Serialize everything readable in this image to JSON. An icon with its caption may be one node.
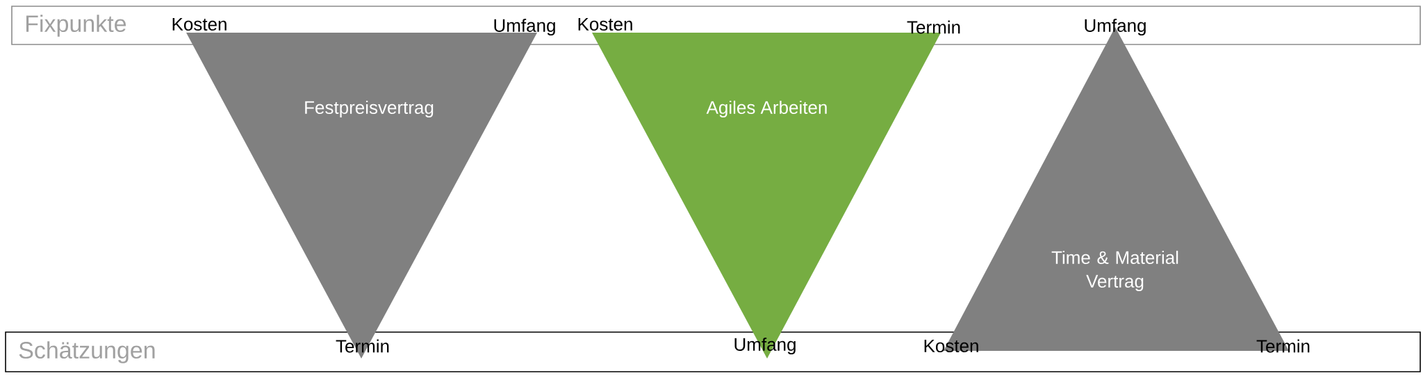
{
  "diagram": {
    "nodes": [
      {
        "text": [
          "Fixpunkte"
        ]
      },
      {
        "text": [
          "Schätzungen"
        ]
      },
      {
        "text": [
          "Festpreisvertrag"
        ]
      },
      {
        "text": [
          "Agiles Arbeiten"
        ]
      },
      {
        "text": [
          "Time & Material Vertrag"
        ]
      }
    ],
    "labels": [
      "Kosten",
      "Umfang",
      "Kosten",
      "Termin",
      "Umfang",
      "Termin",
      "Umfang",
      "Kosten",
      "Termin"
    ]
  }
}
